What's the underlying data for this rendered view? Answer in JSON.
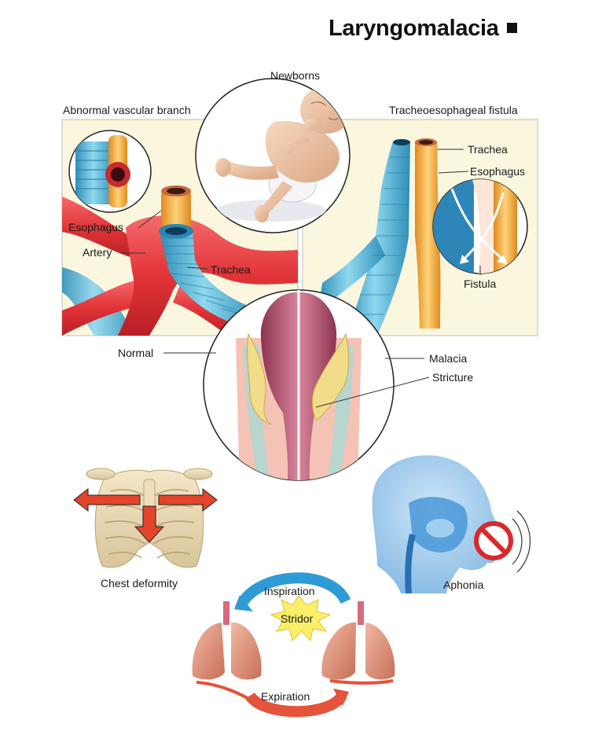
{
  "title": "Laryngomalacia",
  "labels": {
    "newborns": "Newborns",
    "abnormal_vascular_branch": "Abnormal vascular branch",
    "tracheoesophageal_fistula": "Tracheoesophageal fistula",
    "esophagus_left": "Esophagus",
    "artery": "Artery",
    "trachea_left": "Trachea",
    "trachea_right": "Trachea",
    "esophagus_right": "Esophagus",
    "fistula": "Fistula",
    "normal": "Normal",
    "malacia": "Malacia",
    "stricture": "Stricture",
    "chest_deformity": "Chest deformity",
    "aphonia": "Aphonia",
    "inspiration": "Inspiration",
    "stridor": "Stridor",
    "expiration": "Expiration"
  },
  "colors": {
    "panel_bg": "#fbf7df",
    "artery_red": "#e03a3e",
    "trachea_blue": "#4fb6d6",
    "esophagus_orange": "#f0a63a",
    "arrow_red": "#e2452c",
    "head_blue": "#a9d3f0",
    "lung_pink": "#e8a08a",
    "stridor_yellow": "#fbee6a",
    "cycle_blue": "#2e9bd6",
    "cycle_red": "#e4533a"
  }
}
